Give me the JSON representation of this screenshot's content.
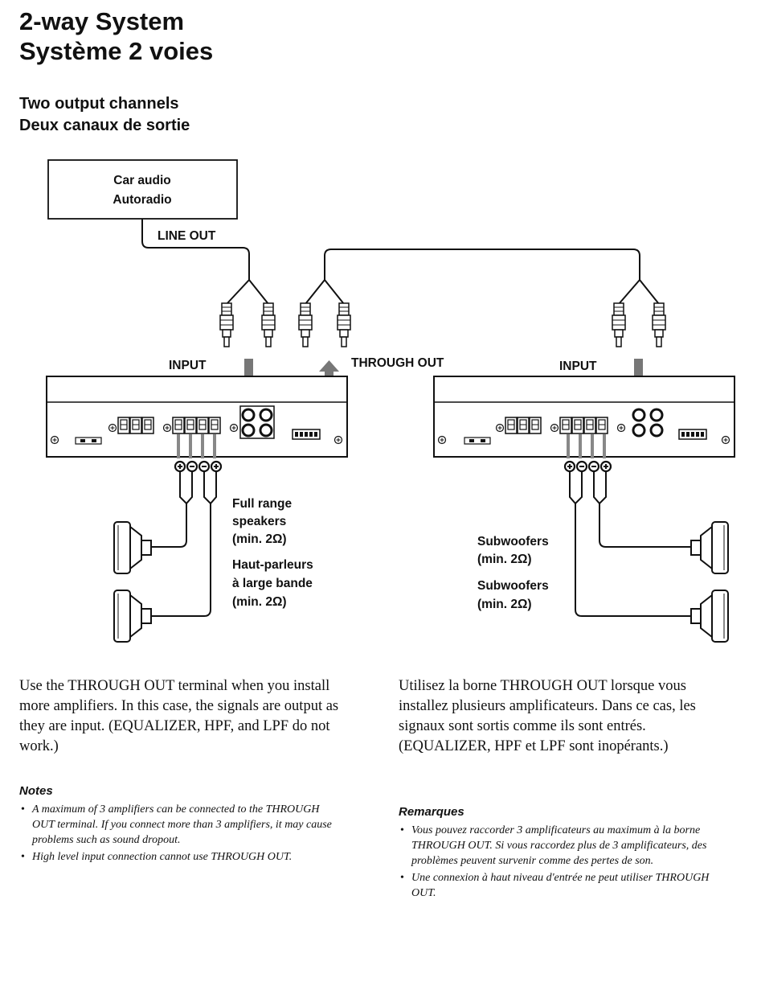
{
  "heading": {
    "line1": "2-way System",
    "line2": "Système 2 voies"
  },
  "subheading": {
    "line1": "Two output channels",
    "line2": "Deux canaux de sortie"
  },
  "diagram": {
    "source_line1": "Car audio",
    "source_line2": "Autoradio",
    "line_out": "LINE OUT",
    "input_left": "INPUT",
    "through_out": "THROUGH OUT",
    "input_right": "INPUT",
    "left_speakers": [
      "Full range",
      "speakers",
      "(min. 2Ω)",
      "Haut-parleurs",
      "à large bande",
      "(min. 2Ω)"
    ],
    "right_speakers": [
      "Subwoofers",
      "(min. 2Ω)",
      "Subwoofers",
      "(min. 2Ω)"
    ]
  },
  "english": {
    "body": "Use the THROUGH OUT terminal when you install more amplifiers. In this case, the signals are output as they are input. (EQUALIZER, HPF, and LPF do not work.)",
    "notes_title": "Notes",
    "notes": [
      "A maximum of 3 amplifiers can be connected to the THROUGH OUT terminal. If you connect more than 3 amplifiers, it may cause problems such as sound dropout.",
      "High level input connection cannot use THROUGH OUT."
    ]
  },
  "french": {
    "body": "Utilisez la borne THROUGH OUT lorsque vous installez plusieurs amplificateurs. Dans ce cas, les signaux sont sortis comme ils sont entrés. (EQUALIZER, HPF et LPF sont inopérants.)",
    "notes_title": "Remarques",
    "notes": [
      "Vous pouvez raccorder 3 amplificateurs au maximum à la borne THROUGH OUT. Si vous raccordez plus de 3 amplificateurs, des problèmes peuvent survenir comme des pertes de son.",
      "Une connexion à haut niveau d'entrée ne peut utiliser THROUGH OUT."
    ]
  }
}
